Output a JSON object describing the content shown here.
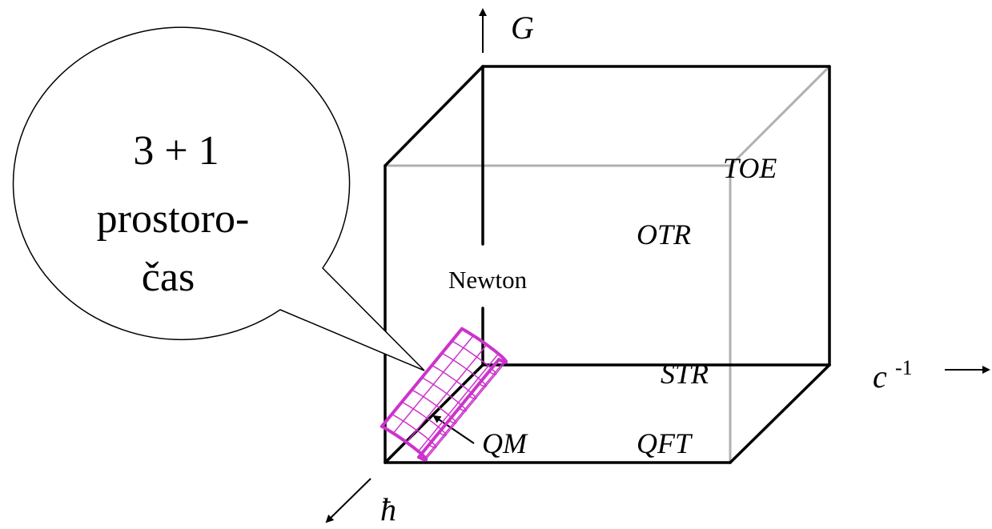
{
  "axes": {
    "g_label": "G",
    "c_label": "c",
    "c_exponent": "-1",
    "hbar_label": "ħ"
  },
  "theories": {
    "newton": "Newton",
    "otr": "OTR",
    "toe": "TOE",
    "str": "STR",
    "qm": "QM",
    "qft": "QFT"
  },
  "bubble": {
    "line1": "3 + 1",
    "line2": "prostoro-",
    "line3": "čas"
  },
  "colors": {
    "edge": "#000000",
    "hidden_edge": "#b0b0b0",
    "spacetime_patch": "#cc33cc"
  }
}
